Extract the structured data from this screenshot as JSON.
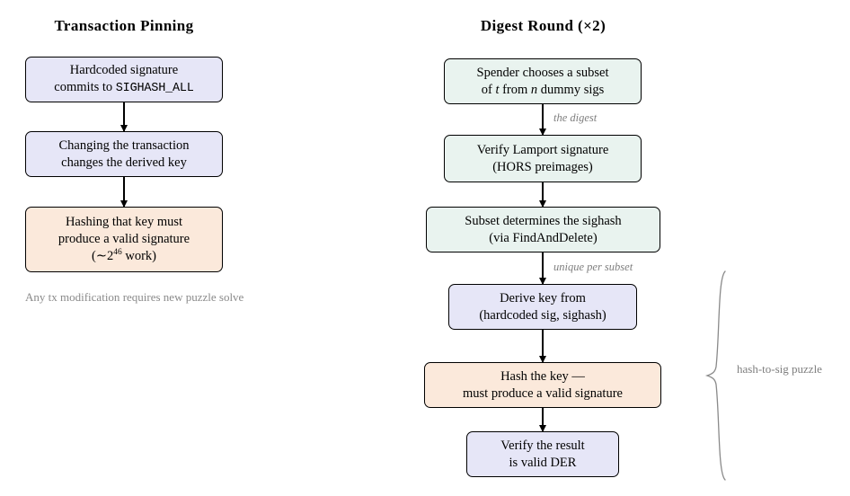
{
  "diagram": {
    "columns": [
      {
        "title": "Transaction Pinning",
        "nodes": [
          {
            "line1": "Hardcoded signature",
            "line2a": "commits to ",
            "line2mono": "SIGHASH_ALL",
            "fill": "#e6e6f7"
          },
          {
            "line1": "Changing the transaction",
            "line2": "changes the derived key",
            "fill": "#e6e6f7"
          },
          {
            "line1": "Hashing that key must",
            "line2": "produce a valid signature",
            "line3pre": "(∼2",
            "line3sup": "46",
            "line3post": " work)",
            "fill": "#fbe9db"
          }
        ],
        "caption_line1": "Any tx modification",
        "caption_line2": "requires new puzzle solve"
      },
      {
        "title": "Digest Round (×2)",
        "nodes": [
          {
            "line1": "Spender chooses a subset",
            "line2pre": "of ",
            "line2it1": "t",
            "line2mid": " from ",
            "line2it2": "n",
            "line2post": " dummy sigs",
            "fill": "#e9f3ef"
          },
          {
            "line1": "Verify Lamport signature",
            "line2": "(HORS preimages)",
            "fill": "#e9f3ef"
          },
          {
            "line1": "Subset determines the sighash",
            "line2": "(via FindAndDelete)",
            "fill": "#e9f3ef"
          },
          {
            "line1": "Derive key from",
            "line2": "(hardcoded sig, sighash)",
            "fill": "#e6e6f7"
          },
          {
            "line1": "Hash the key —",
            "line2": "must produce a valid signature",
            "fill": "#fbe9db"
          },
          {
            "line1": "Verify the result",
            "line2": "is valid DER",
            "fill": "#e6e6f7"
          }
        ],
        "edge_labels": [
          "the digest",
          "unique per subset"
        ],
        "brace_label_line1": "hash-to-sig",
        "brace_label_line2": "puzzle"
      }
    ],
    "colors": {
      "lavender": "#e6e6f7",
      "mint": "#e9f3ef",
      "peach": "#fbe9db",
      "stroke": "#000000",
      "muted_text": "#8a8a8a",
      "background": "#ffffff"
    }
  }
}
